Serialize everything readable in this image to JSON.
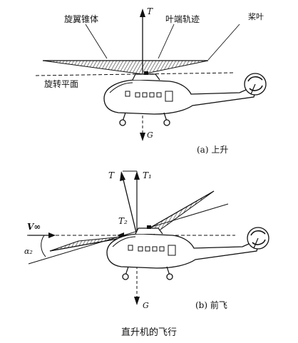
{
  "diagram_a": {
    "label_cone": "旋翼锥体",
    "label_tip_path": "叶端轨迹",
    "label_blade": "桨叶",
    "label_plane": "旋转平面",
    "symbol_thrust": "T",
    "symbol_weight": "G",
    "sub_caption": "(a) 上升"
  },
  "diagram_b": {
    "symbol_thrust": "T",
    "symbol_t1": "T₁",
    "symbol_t2": "T₂",
    "symbol_velocity": "V∞",
    "symbol_angle": "α₂",
    "symbol_weight": "G",
    "sub_caption": "(b) 前飞"
  },
  "caption": "直升机的飞行"
}
